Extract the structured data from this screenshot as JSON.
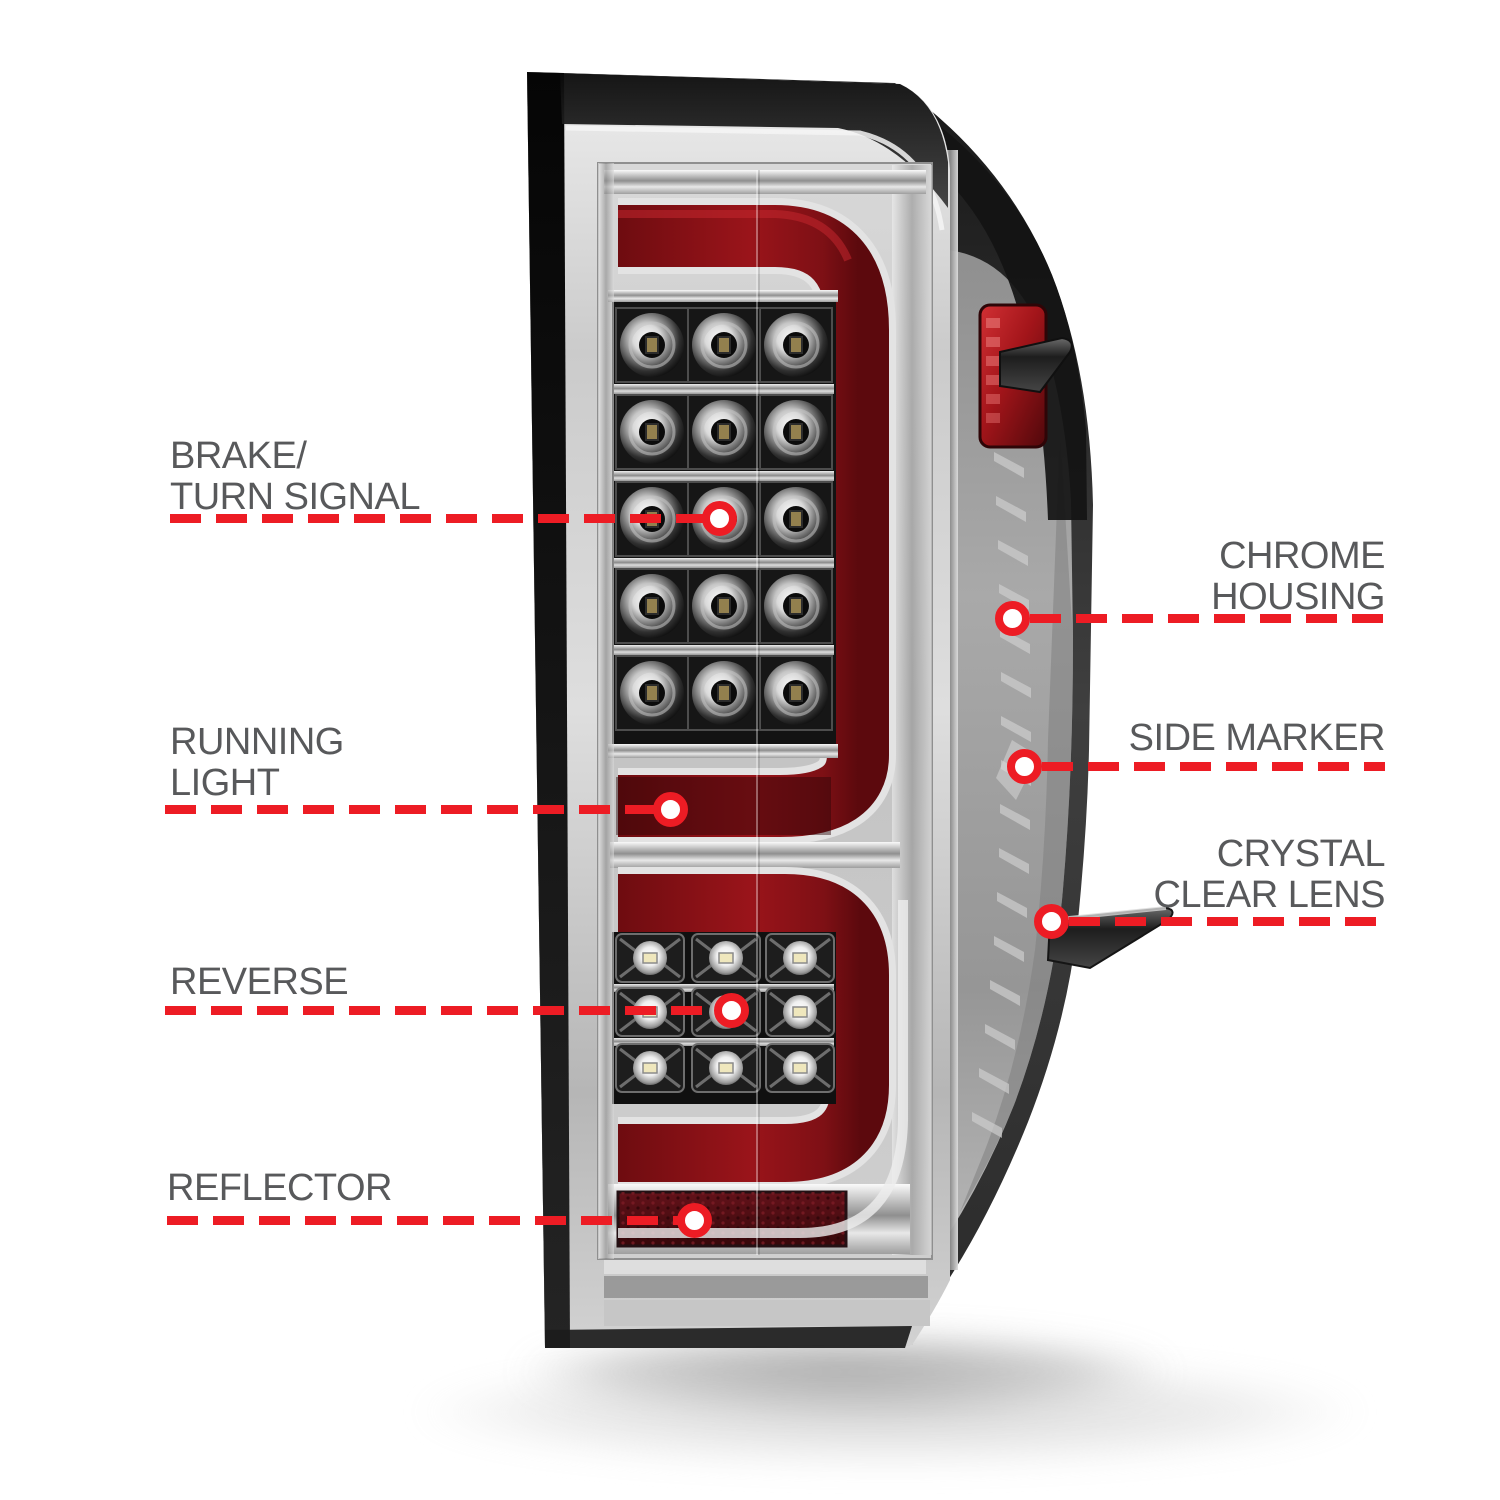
{
  "figure": {
    "alt": "Chrome housing LED tail light with labeled features"
  },
  "colors": {
    "accent_red": "#ed1c24",
    "label_gray": "#58595b"
  },
  "callouts": {
    "brake": {
      "line1": "BRAKE/",
      "line2": "TURN SIGNAL"
    },
    "running": {
      "line1": "RUNNING",
      "line2": "LIGHT"
    },
    "reverse": {
      "line1": "REVERSE"
    },
    "reflector": {
      "line1": "REFLECTOR"
    },
    "chrome_housing": {
      "line1": "CHROME",
      "line2": "HOUSING"
    },
    "side_marker": {
      "line1": "SIDE MARKER"
    },
    "crystal_lens": {
      "line1": "CRYSTAL",
      "line2": "CLEAR LENS"
    }
  }
}
